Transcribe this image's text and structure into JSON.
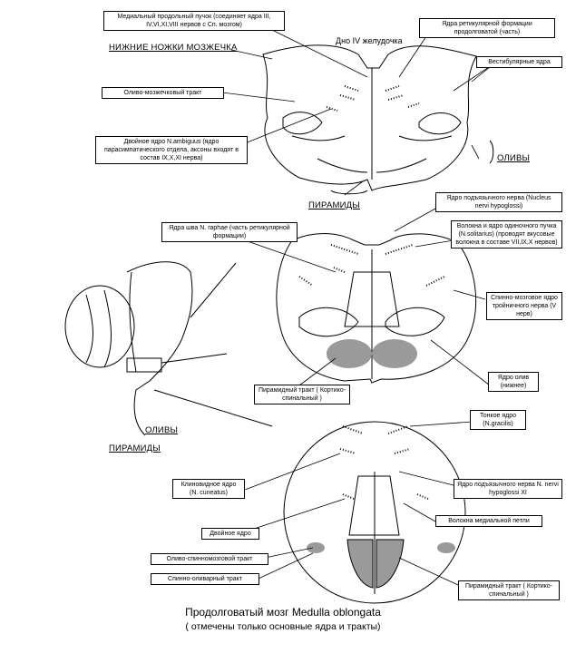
{
  "labels": {
    "medial_bundle": "Медиальный продольный пучок (соединяет ядра III, IV,VI,XI,VIII нервов с Сп. мозгом)",
    "reticular_nuclei": "Ядра ретикулярной формации продолговатой (часть)",
    "fourth_ventricle_floor": "Дно IV желудочка",
    "inferior_peduncles": "НИЖНИЕ НОЖКИ МОЗЖЕЧКА",
    "vestibular_nuclei": "Вестибулярные ядра",
    "olivocerebellar_tract": "Оливо-мозжечковый тракт",
    "ambiguus": "Двойное ядро N.ambiguus (ядро парасимпатического отдела, аксоны входят в состав IX,X,XI нерва)",
    "olives_top": "ОЛИВЫ",
    "pyramids_top": "ПИРАМИДЫ",
    "hypoglossal_nucleus_mid": "Ядро подъязычного нерва (Nucleus nervi hypoglossi)",
    "raphe_nuclei": "Ядра шва N. raphae (часть ретикулярной формации)",
    "solitary_nucleus": "Волокна и ядро одиночного пучка (N.solitarius) (проводят вкусовые волокна в составе VII,IX,X нервов)",
    "spinal_trigeminal": "Спинно-мозговое ядро тройничного нерва (V нерв)",
    "pyramidal_tract_mid": "Пирамидный тракт ( Кортико-спинальный )",
    "olive_nucleus": "Ядро олив (нижнее)",
    "olives_left": "ОЛИВЫ",
    "pyramids_left": "ПИРАМИДЫ",
    "gracile": "Тонкое ядро (N.gracilis)",
    "cuneate": "Клиновидное ядро (N. cuneatus)",
    "hypoglossal_nucleus_bot": "Ядро подъязычного нерва N. nervi hypoglossi XI",
    "medial_lemniscus": "Волокна медиальной петли",
    "ambiguus_bot": "Двойное ядро",
    "olivospinal": "Оливо-спинномозговой тракт",
    "spinocerebellar": "Спинно-оливарный тракт",
    "pyramidal_tract_bot": "Пирамидный тракт ( Кортико-спинальный )"
  },
  "title": {
    "main": "Продолговатый мозг Medulla oblongata",
    "sub": "( отмечены только основные ядра и тракты)"
  },
  "colors": {
    "ink": "#000000",
    "shade": "#9a9a9a",
    "paper": "#ffffff"
  }
}
